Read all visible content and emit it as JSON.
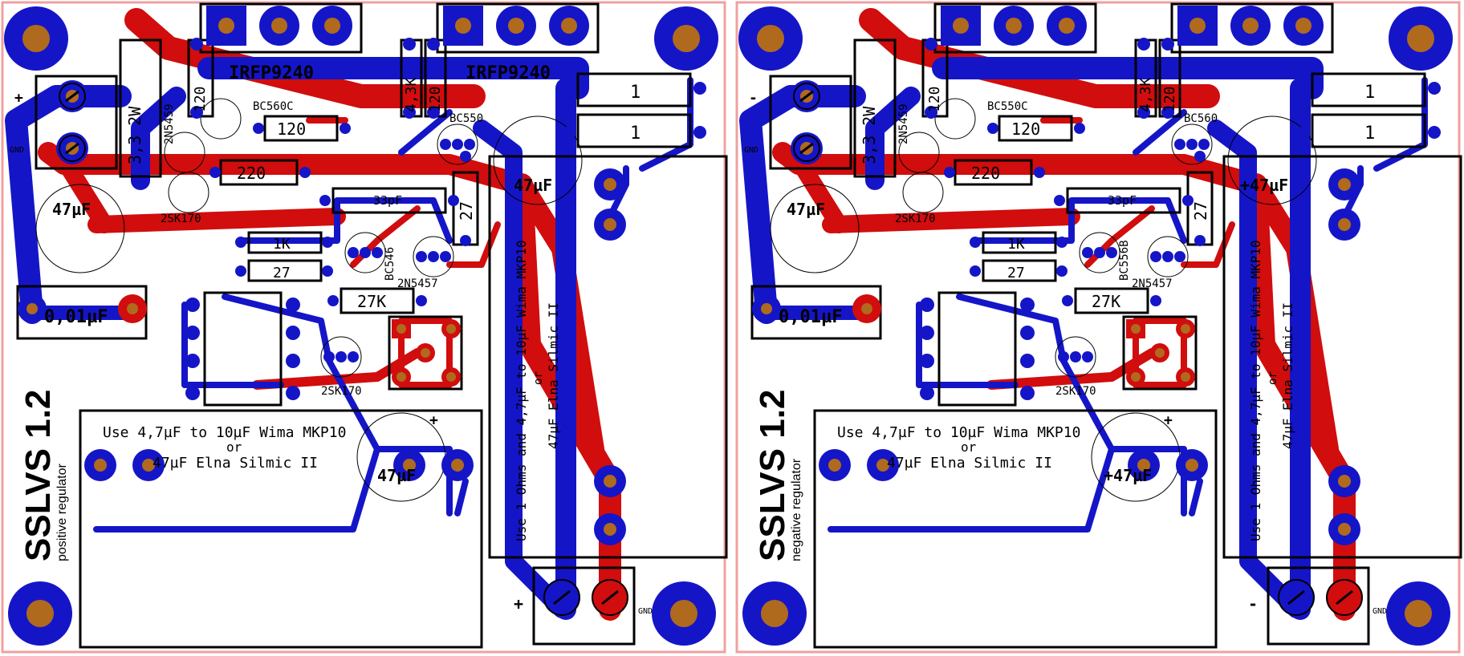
{
  "boards": [
    {
      "title": "SSLVS 1.2",
      "subtitle": "positive regulator",
      "note_cap_lines": [
        "Use 4,7µF to 10µF Wima MKP10",
        "or",
        "47µF Elna Silmic II"
      ],
      "note_res": "Use 1 Ohms and 4,7µF to 10µF Wima MKP10",
      "note_res_or": "or",
      "note_res_2": "47µF Elna Silmic II",
      "labels": {
        "mosfet_left": "IRFP9240",
        "mosfet_right": "IRFP9240",
        "res_3r3": "3,3 2W",
        "res_120_a": "120",
        "res_120_b": "120",
        "res_120_c": "120",
        "res_4k3": "4,3K",
        "res_1_a": "1",
        "res_1_b": "1",
        "res_220": "220",
        "res_27_a": "27",
        "res_27_b": "27",
        "res_1k": "1K",
        "res_27k": "27K",
        "cap_47_a": "47µF",
        "cap_47_b": "47µF",
        "cap_47_c": "47µF",
        "cap_33p": "33pF",
        "cap_001": "0,01µF",
        "q_bc560": "BC560C",
        "q_2n5459": "2N5459",
        "q_bc550": "BC550",
        "q_2sk170_a": "2SK170",
        "q_2sk170_b": "2SK170",
        "q_bc546": "BC546",
        "q_2n5457": "2N5457",
        "term_sign_top": "+",
        "term_gnd_top": "GND",
        "term_sign_bottom": "+",
        "term_gnd_bottom": "GND",
        "cap_plus": "+"
      }
    },
    {
      "title": "SSLVS 1.2",
      "subtitle": "negative regulator",
      "note_cap_lines": [
        "Use 4,7µF to 10µF Wima MKP10",
        "or",
        "47µF Elna Silmic II"
      ],
      "note_res": "Use 1 Ohms and 4,7µF to 10µF Wima MKP10",
      "note_res_or": "or",
      "note_res_2": "47µF Elna Silmic II",
      "labels": {
        "mosfet_left": "",
        "mosfet_right": "",
        "res_3r3": "3,3 2W",
        "res_120_a": "120",
        "res_120_b": "120",
        "res_120_c": "120",
        "res_4k3": "4,3K",
        "res_1_a": "1",
        "res_1_b": "1",
        "res_220": "220",
        "res_27_a": "27",
        "res_27_b": "27",
        "res_1k": "1K",
        "res_27k": "27K",
        "cap_47_a": "47µF",
        "cap_47_b": "+47µF",
        "cap_47_c": "+47µF",
        "cap_33p": "33pF",
        "cap_001": "0,01µF",
        "q_bc560": "BC550C",
        "q_2n5459": "2N5459",
        "q_bc550": "BC560",
        "q_2sk170_a": "2SK170",
        "q_2sk170_b": "2SK170",
        "q_bc546": "BC556B",
        "q_2n5457": "2N5457",
        "term_sign_top": "-",
        "term_gnd_top": "GND",
        "term_sign_bottom": "-",
        "term_gnd_bottom": "GND",
        "cap_plus": "+"
      }
    }
  ]
}
